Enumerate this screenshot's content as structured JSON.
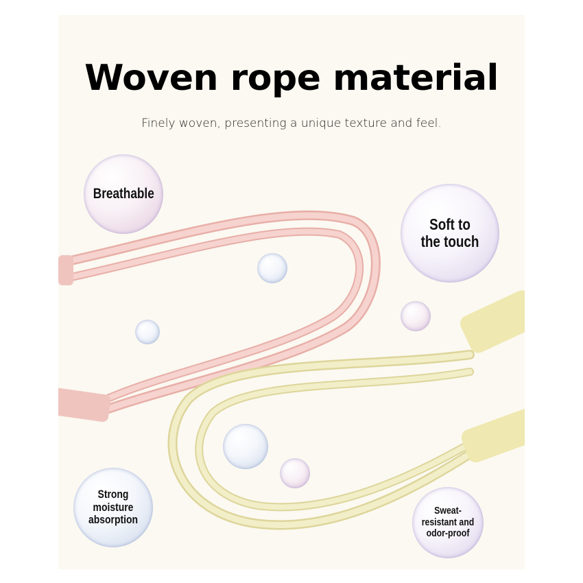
{
  "header": {
    "title": "Woven rope material",
    "subtitle": "Finely woven, presenting a unique texture and feel."
  },
  "features": [
    {
      "label": "Breathable"
    },
    {
      "label": "Soft to the touch"
    },
    {
      "label": "Strong moisture absorption"
    },
    {
      "label": "Sweat-resistant and odor-proof"
    }
  ],
  "colors": {
    "background": "#fbf9f1",
    "pink_rope": "#f2c6c0",
    "yellow_rope": "#eee8b8"
  }
}
